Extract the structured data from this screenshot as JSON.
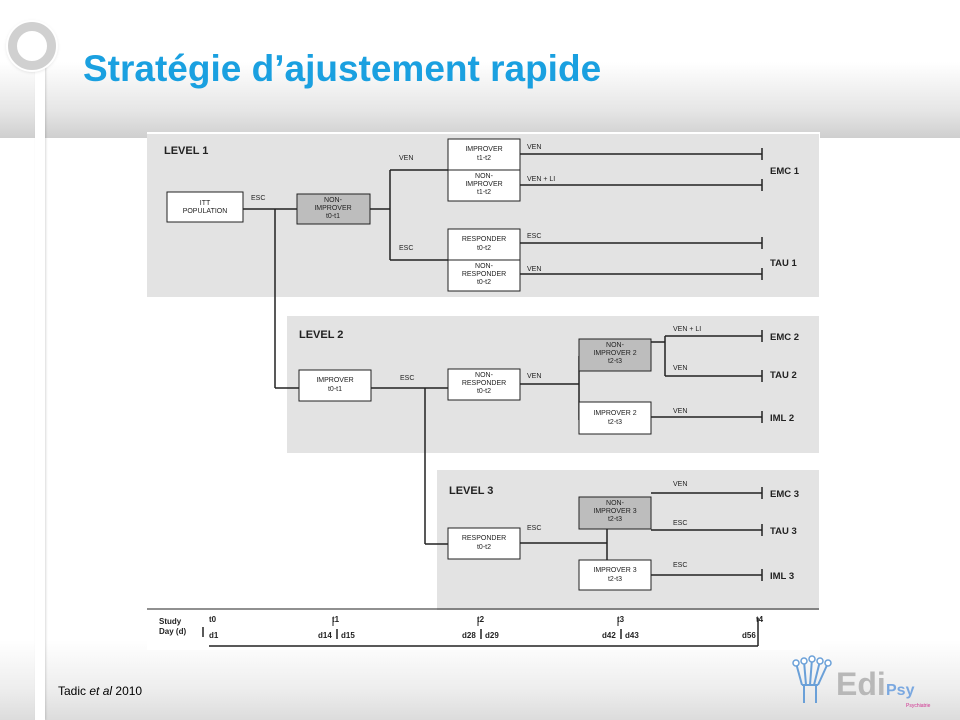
{
  "slide": {
    "title": "Stratégie d’ajustement rapide",
    "reference": {
      "author": "Tadic",
      "etal": "et al",
      "year": "2010"
    }
  },
  "logo": {
    "word1": "Edi",
    "word2": "Psy",
    "tagline": "Psychiatrie"
  },
  "diagram": {
    "levels": [
      "LEVEL 1",
      "LEVEL 2",
      "LEVEL 3"
    ],
    "level1": {
      "itt": [
        "ITT",
        "POPULATION"
      ],
      "esc": "ESC",
      "non_improver": [
        "NON-",
        "IMPROVER",
        "t0-t1"
      ],
      "ven": "VEN",
      "esc2": "ESC",
      "improver": [
        "IMPROVER",
        "t1-t2"
      ],
      "non_improver2": [
        "NON-",
        "IMPROVER",
        "t1-t2"
      ],
      "responder": [
        "RESPONDER",
        "t0-t2"
      ],
      "non_responder": [
        "NON-",
        "RESPONDER",
        "t0-t2"
      ],
      "arm_ven": "VEN",
      "arm_venli": "VEN + LI",
      "arm_esc": "ESC",
      "arm_ven2": "VEN",
      "emc1": "EMC 1",
      "tau1": "TAU 1"
    },
    "level2": {
      "improver": [
        "IMPROVER",
        "t0-t1"
      ],
      "esc": "ESC",
      "non_responder": [
        "NON-",
        "RESPONDER",
        "t0-t2"
      ],
      "ven": "VEN",
      "non_improver2": [
        "NON-",
        "IMPROVER 2",
        "t2-t3"
      ],
      "improver2": [
        "IMPROVER 2",
        "t2-t3"
      ],
      "arm_venli": "VEN + LI",
      "arm_ven": "VEN",
      "arm_ven2": "VEN",
      "emc2": "EMC 2",
      "tau2": "TAU 2",
      "iml2": "IML 2"
    },
    "level3": {
      "responder": [
        "RESPONDER",
        "t0-t2"
      ],
      "esc": "ESC",
      "non_improver3": [
        "NON-",
        "IMPROVER 3",
        "t2-t3"
      ],
      "improver3": [
        "IMPROVER 3",
        "t2-t3"
      ],
      "arm_ven": "VEN",
      "arm_esc": "ESC",
      "arm_esc2": "ESC",
      "emc3": "EMC 3",
      "tau3": "TAU 3",
      "iml3": "IML 3"
    },
    "timeline": {
      "label1": "Study",
      "label2": "Day (d)",
      "t": [
        "t0",
        "t1",
        "t2",
        "t3",
        "t4"
      ],
      "d": [
        "d1",
        "d14",
        "d15",
        "d28",
        "d29",
        "d42",
        "d43",
        "d56"
      ]
    }
  }
}
